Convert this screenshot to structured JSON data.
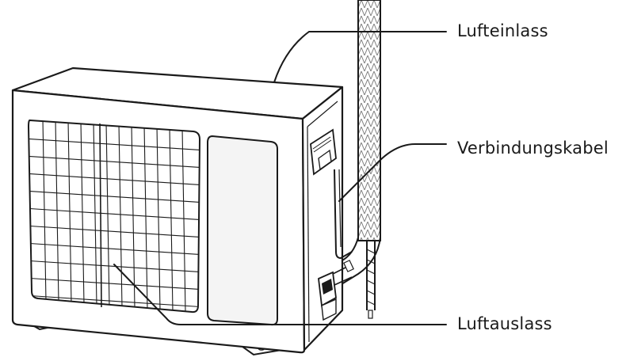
{
  "labels": {
    "air_inlet": "Lufteinlass",
    "connection_cable": "Verbindungskabel",
    "air_outlet": "Luftauslass"
  },
  "colors": {
    "line": "#1a1a1a",
    "panel_fill": "#f4f4f4",
    "body_fill": "#ffffff"
  }
}
